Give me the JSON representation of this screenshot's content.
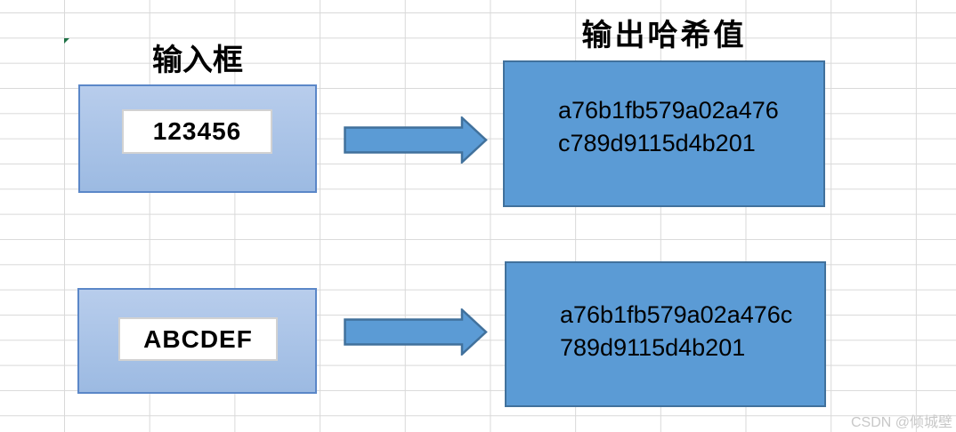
{
  "titles": {
    "input": "输入框",
    "output": "输出哈希值"
  },
  "rows": [
    {
      "input_value": "123456",
      "hash_lines": [
        "a76b1fb579a02a476",
        "c789d9115d4b201"
      ]
    },
    {
      "input_value": "ABCDEF",
      "hash_lines": [
        "a76b1fb579a02a476c",
        "789d9115d4b201"
      ]
    }
  ],
  "watermark": "CSDN @倾城壁",
  "icons": {
    "arrow": "right-block-arrow-icon",
    "cell_marker": "cell-comment-marker-icon"
  },
  "colors": {
    "hash_box_fill": "#5b9bd5",
    "hash_box_border": "#41719c",
    "input_box_fill_top": "#b8cdec",
    "input_box_fill_bottom": "#9cbae2",
    "input_box_border": "#5b87c8",
    "arrow_fill": "#5b9bd5",
    "arrow_border": "#41719c",
    "gridline": "#d9d9d9",
    "watermark_color": "#c8c8c8",
    "marker_green": "#1e7145"
  }
}
